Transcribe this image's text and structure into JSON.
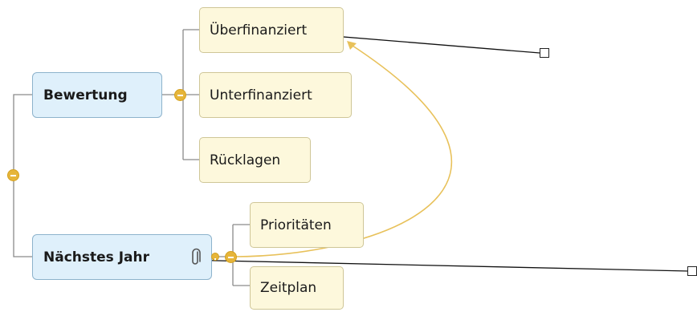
{
  "mindmap": {
    "main_topics": [
      {
        "label": "Bewertung",
        "subtopics": [
          "Überfinanziert",
          "Unterfinanziert",
          "Rücklagen"
        ]
      },
      {
        "label": "Nächstes Jahr",
        "subtopics": [
          "Prioritäten",
          "Zeitplan"
        ]
      }
    ]
  },
  "colors": {
    "main_topic_fill": "#dff0fb",
    "subtopic_fill": "#fdf8dc",
    "relationship_arrow": "#e8c15a",
    "collapse_button": "#e6b53a"
  },
  "icons": {
    "attachment": "paperclip-icon"
  }
}
